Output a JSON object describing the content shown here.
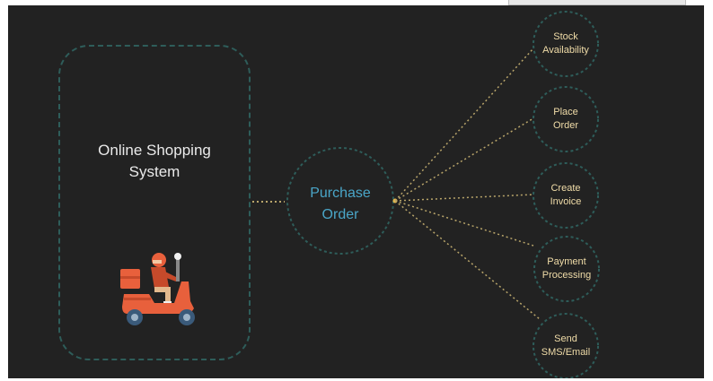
{
  "system": {
    "label_line1": "Online Shopping",
    "label_line2": "System"
  },
  "center": {
    "label_line1": "Purchase",
    "label_line2": "Order"
  },
  "nodes": [
    {
      "line1": "Stock",
      "line2": "Availability"
    },
    {
      "line1": "Place",
      "line2": "Order"
    },
    {
      "line1": "Create",
      "line2": "Invoice"
    },
    {
      "line1": "Payment",
      "line2": "Processing"
    },
    {
      "line1": "Send",
      "line2": "SMS/Email"
    }
  ],
  "colors": {
    "background": "#222222",
    "box_border": "#2e5d5a",
    "center_text": "#4aa6c8",
    "node_text": "#f0dca8",
    "connector": "#b9a56a",
    "scooter": "#e8603c"
  },
  "icons": {
    "scooter": "delivery-scooter-icon"
  }
}
